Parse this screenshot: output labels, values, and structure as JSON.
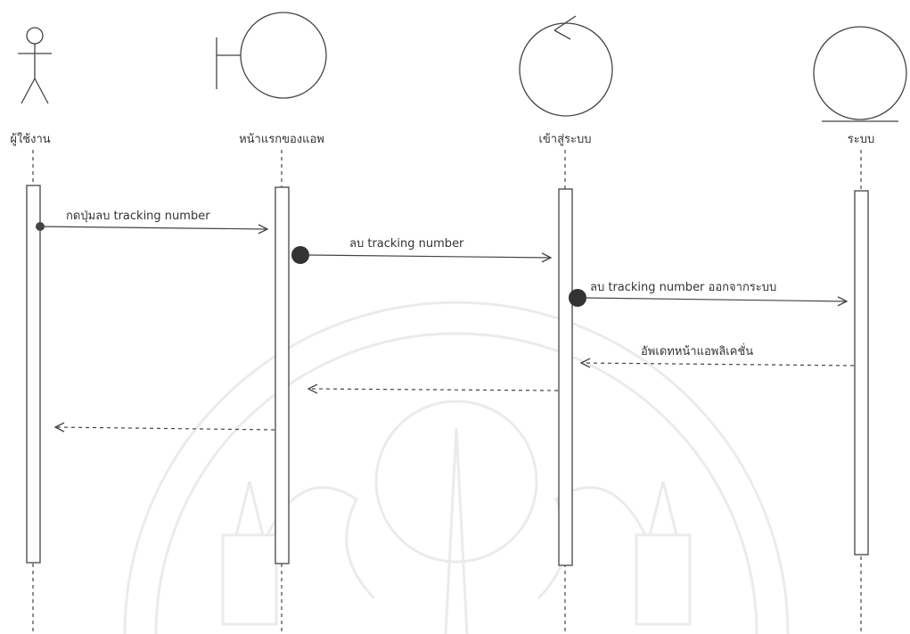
{
  "participants": [
    {
      "id": "user",
      "kind": "actor",
      "label": "ผู้ใช้งาน"
    },
    {
      "id": "home",
      "kind": "boundary",
      "label": "หน้าแรกของแอพ"
    },
    {
      "id": "login",
      "kind": "control",
      "label": "เข้าสู่ระบบ"
    },
    {
      "id": "system",
      "kind": "entity",
      "label": "ระบบ"
    }
  ],
  "messages": [
    {
      "from": "user",
      "to": "home",
      "label": "กดปุ่มลบ tracking number",
      "type": "sync"
    },
    {
      "from": "home",
      "to": "login",
      "label": "ลบ tracking number",
      "type": "sync"
    },
    {
      "from": "login",
      "to": "system",
      "label": "ลบ tracking number ออกจากระบบ",
      "type": "sync"
    },
    {
      "from": "system",
      "to": "login",
      "label": "อัพเดทหน้าแอพลิเคชั่น",
      "type": "return"
    },
    {
      "from": "login",
      "to": "home",
      "label": "",
      "type": "return"
    },
    {
      "from": "home",
      "to": "user",
      "label": "",
      "type": "return"
    }
  ],
  "colors": {
    "stroke": "#444444",
    "watermark": "#d9d9d9"
  },
  "watermark": "university-emblem-watermark"
}
